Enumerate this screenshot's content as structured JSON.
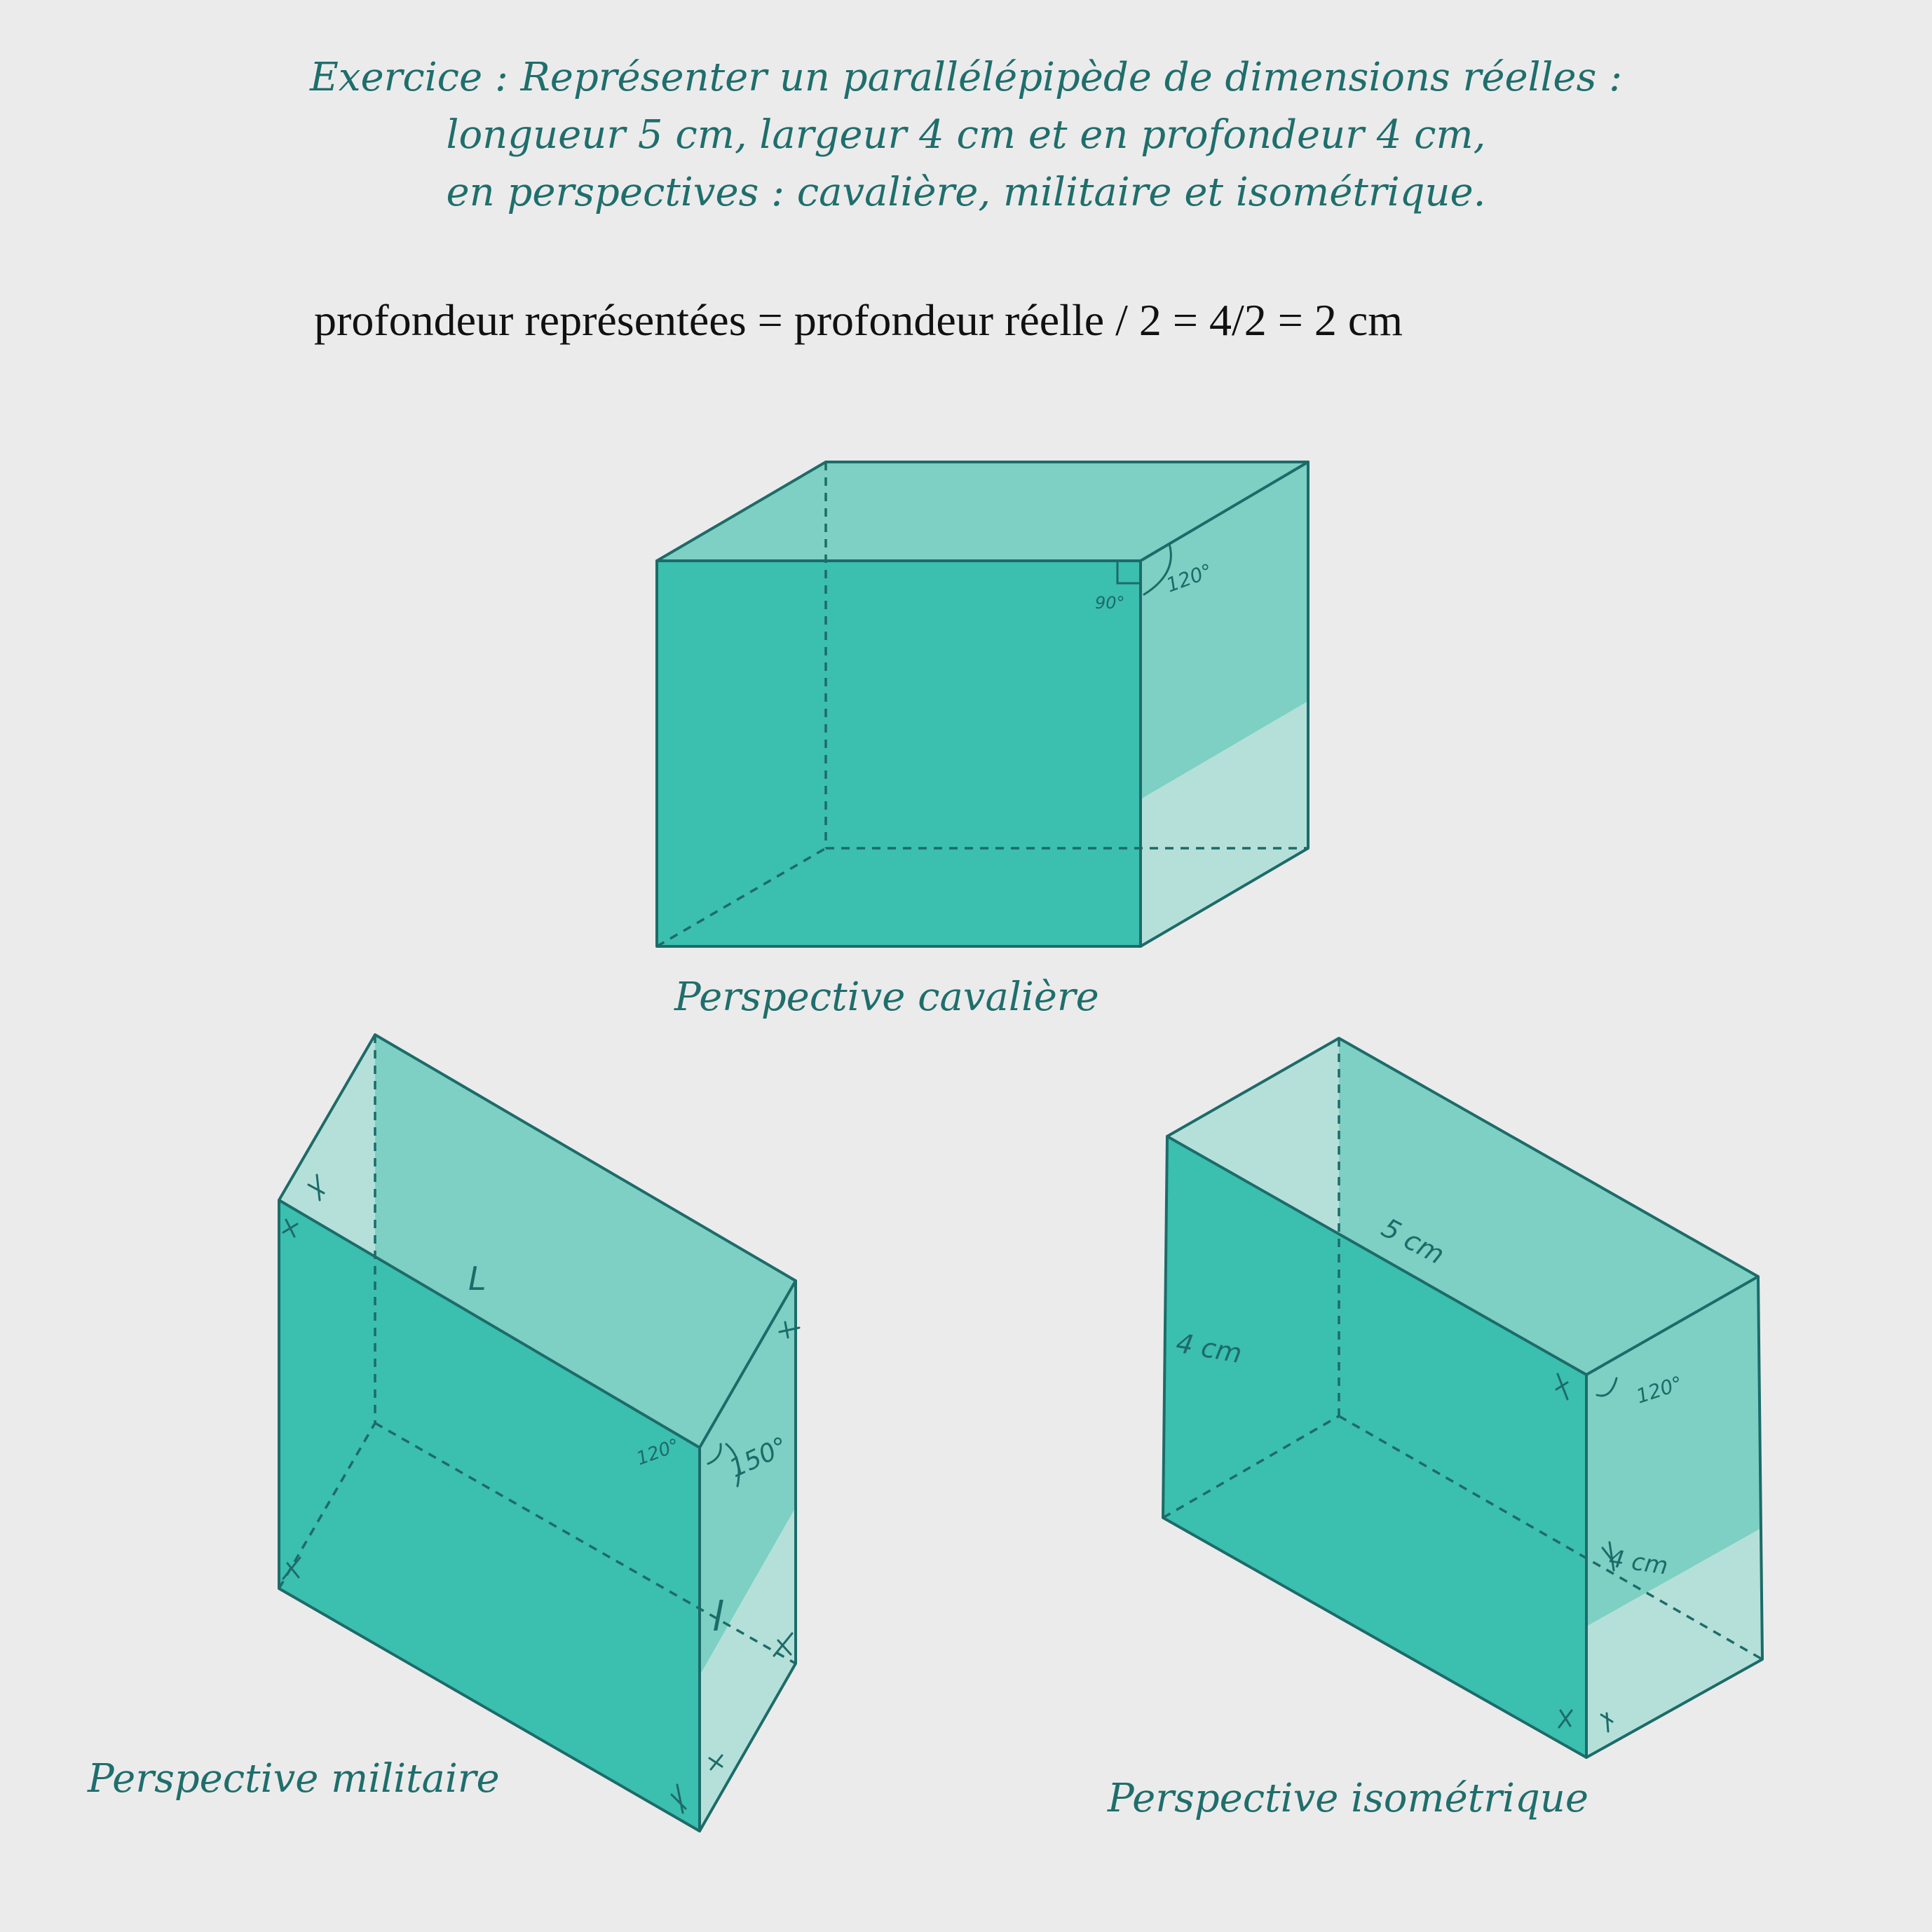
{
  "exercise": {
    "lines": [
      "Exercice : Représenter un parallélépipède de dimensions réelles :",
      "longueur 5 cm, largeur 4 cm et en profondeur 4 cm,",
      "en perspectives : cavalière, militaire et isométrique."
    ]
  },
  "formula": "profondeur représentées = profondeur réelle / 2 = 4/2 = 2 cm",
  "colors": {
    "face_dark": "#3bbfae",
    "face_mid": "#7dd0c3",
    "face_light": "#b5e0da",
    "edge": "#1d6b69",
    "background": "#ebebeb"
  },
  "figures": {
    "cavaliere": {
      "caption": "Perspective cavalière",
      "angle_right": "90°",
      "angle_obtuse": "120°"
    },
    "militaire": {
      "caption": "Perspective militaire",
      "label_length": "L",
      "label_width": "l",
      "angle_a": "120°",
      "angle_b": "150°"
    },
    "isometrique": {
      "caption": "Perspective isométrique",
      "label_length": "5 cm",
      "label_height": "4 cm",
      "label_depth": "4 cm",
      "angle": "120°"
    }
  }
}
